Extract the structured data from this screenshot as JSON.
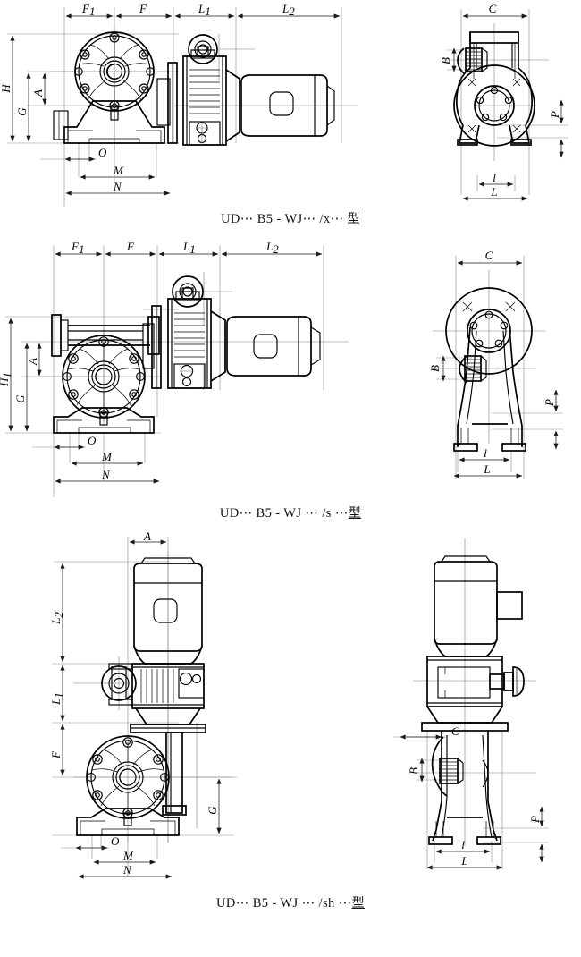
{
  "document": {
    "kind": "engineering-dimension-drawing",
    "sheet_width": 650,
    "sheet_height": 1070,
    "background_color": "#ffffff",
    "line_color": "#000000",
    "centerline_color": "#7d7d7d"
  },
  "figures": [
    {
      "id": "figure-1",
      "caption": "UD⋯ B5 - WJ⋯ /x⋯ ",
      "caption_suffix_cjk": "型",
      "caption_full": "UD⋯ B5 - WJ⋯ /x⋯ 型",
      "views": [
        {
          "name": "front-view",
          "dimension_labels": [
            "F1",
            "F",
            "L1",
            "L2",
            "H",
            "G",
            "A",
            "O",
            "M",
            "N"
          ]
        },
        {
          "name": "side-view",
          "dimension_labels": [
            "C",
            "B",
            "P",
            "l",
            "L"
          ]
        }
      ]
    },
    {
      "id": "figure-2",
      "caption": "UD⋯ B5 - WJ ⋯ /s ⋯",
      "caption_suffix_cjk": "型",
      "caption_full": "UD⋯ B5 - WJ ⋯ /s ⋯型",
      "views": [
        {
          "name": "front-view",
          "dimension_labels": [
            "F1",
            "F",
            "L1",
            "L2",
            "H1",
            "G",
            "A",
            "O",
            "M",
            "N"
          ]
        },
        {
          "name": "side-view",
          "dimension_labels": [
            "C",
            "B",
            "P",
            "l",
            "L"
          ]
        }
      ]
    },
    {
      "id": "figure-3",
      "caption": "UD⋯ B5 - WJ ⋯ /sh ⋯",
      "caption_suffix_cjk": "型",
      "caption_full": "UD⋯ B5 - WJ ⋯ /sh ⋯型",
      "views": [
        {
          "name": "front-view",
          "dimension_labels": [
            "A",
            "L2",
            "L1",
            "F",
            "G",
            "O",
            "M",
            "N"
          ]
        },
        {
          "name": "side-view",
          "dimension_labels": [
            "C",
            "B",
            "P",
            "l",
            "L"
          ]
        }
      ]
    }
  ],
  "labels": {
    "F1": "F",
    "F1_sub": "1",
    "F": "F",
    "L1": "L",
    "L1_sub": "1",
    "L2": "L",
    "L2_sub": "2",
    "H": "H",
    "H1": "H",
    "H1_sub": "1",
    "G": "G",
    "A": "A",
    "O": "O",
    "M": "M",
    "N": "N",
    "C": "C",
    "B": "B",
    "P": "P",
    "l": "l",
    "L": "L"
  }
}
